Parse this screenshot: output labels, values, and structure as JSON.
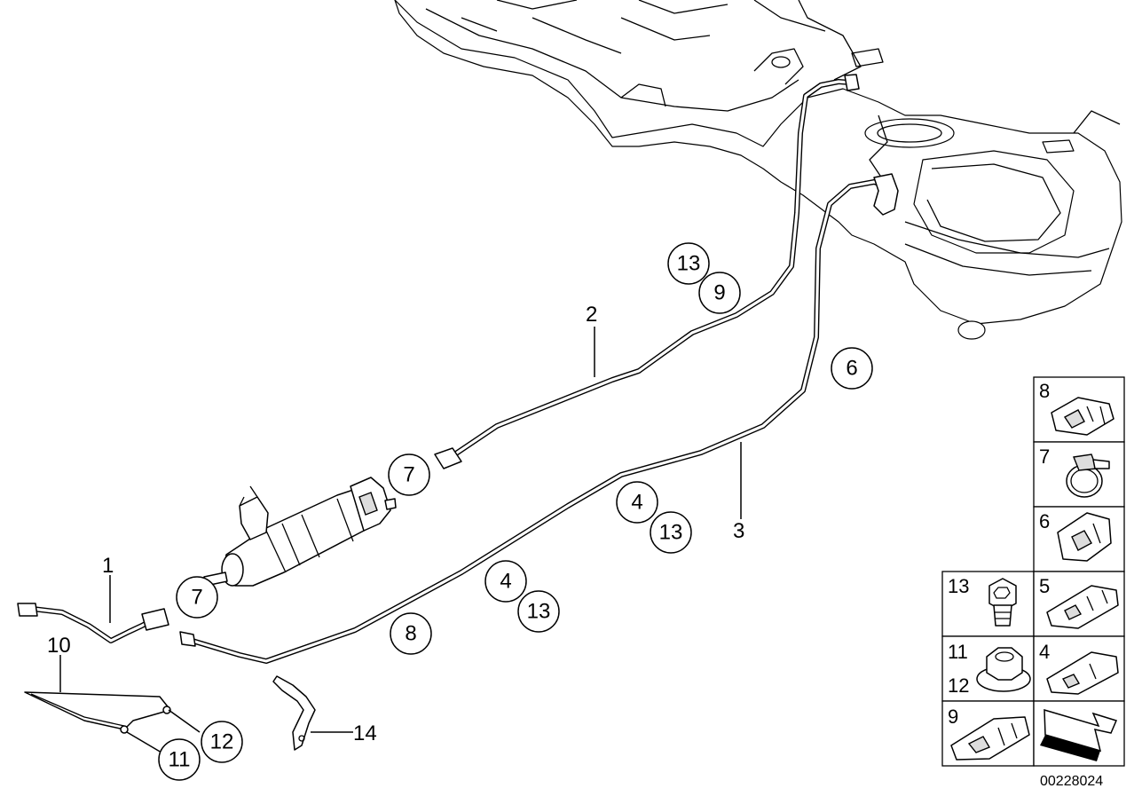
{
  "callouts": {
    "c1": "1",
    "c2": "2",
    "c3": "3",
    "c10": "10",
    "c14": "14",
    "b13a": "13",
    "b9": "9",
    "b6": "6",
    "b7a": "7",
    "b4a": "4",
    "b13b": "13",
    "b7b": "7",
    "b4b": "4",
    "b13c": "13",
    "b8": "8",
    "b12": "12",
    "b11": "11"
  },
  "parts_grid": {
    "cells": [
      {
        "label": "8"
      },
      {
        "label": "7"
      },
      {
        "label": "6"
      },
      {
        "label": "13"
      },
      {
        "label": "5"
      },
      {
        "label": "11",
        "label2": "12"
      },
      {
        "label": "4"
      },
      {
        "label": "9"
      }
    ]
  },
  "diagram_id": "00228024"
}
